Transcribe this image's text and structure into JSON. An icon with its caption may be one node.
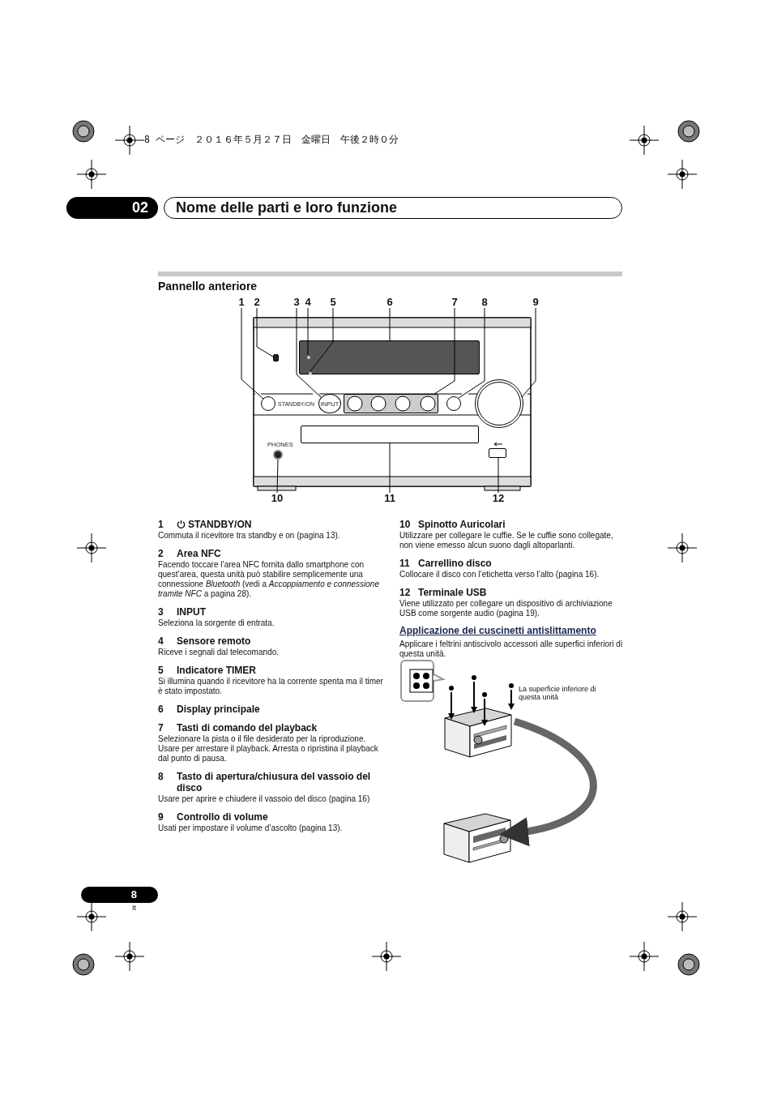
{
  "diagram": {
    "title": "Nome delle parti e loro funzione",
    "nodes": [
      {
        "text": [
          "1"
        ]
      },
      {
        "text": [
          "2"
        ]
      },
      {
        "text": [
          "3"
        ]
      },
      {
        "text": [
          "4"
        ]
      },
      {
        "text": [
          "5"
        ]
      },
      {
        "text": [
          "6"
        ]
      },
      {
        "text": [
          "7"
        ]
      },
      {
        "text": [
          "8"
        ]
      },
      {
        "text": [
          "9"
        ]
      },
      {
        "text": [
          "10"
        ]
      },
      {
        "text": [
          "11"
        ]
      },
      {
        "text": [
          "12"
        ]
      },
      {
        "text": [],
        "shape": "circle",
        "beside": [
          "STANDBY/ON"
        ]
      },
      {
        "text": [],
        "shape": "box"
      },
      {
        "text": [
          "INPUT"
        ]
      },
      {
        "text": [],
        "shape": "box"
      },
      {
        "text": [],
        "shape": "circle",
        "in": 15
      },
      {
        "text": [],
        "shape": "circle",
        "in": 15
      },
      {
        "text": [],
        "shape": "box"
      },
      {
        "text": [],
        "shape": "circle"
      },
      {
        "text": [],
        "shape": "circle"
      },
      {
        "text": [],
        "shape": "circle",
        "beside": [
          "PHONES"
        ]
      },
      {
        "text": [],
        "shape": "box"
      },
      {
        "text": [],
        "shape": "box"
      },
      {
        "text": [],
        "shape": "picture"
      },
      {
        "text": [],
        "shape": "picture"
      }
    ],
    "edges": [
      {
        "from": 0,
        "to": 12,
        "arrow": "none"
      },
      {
        "from": 1,
        "to": 13,
        "arrow": "none"
      },
      {
        "from": 2,
        "to": 14,
        "arrow": "none"
      },
      {
        "from": 3,
        "to": 16,
        "arrow": "none"
      },
      {
        "from": 4,
        "to": 17,
        "arrow": "none"
      },
      {
        "from": 5,
        "to": 15,
        "arrow": "none"
      },
      {
        "from": 6,
        "to": 18,
        "arrow": "none"
      },
      {
        "from": 7,
        "to": 19,
        "arrow": "none"
      },
      {
        "from": 8,
        "to": 20,
        "arrow": "none"
      },
      {
        "from": 9,
        "to": 21,
        "arrow": "none"
      },
      {
        "from": 10,
        "to": 22,
        "arrow": "none"
      },
      {
        "from": 11,
        "to": 23,
        "arrow": "none"
      },
      {
        "from": 24,
        "to": 25,
        "arrow": "to",
        "style": "thick",
        "color": "#666666"
      }
    ],
    "labels": [
      "8 ページ　２０１６年５月２７日　金曜日　午後２時０分",
      "02",
      "Pannello anteriore",
      "1",
      "STANDBY/ON",
      "Commuta il ricevitore tra standby e on (pagina 13).",
      "2",
      "Area NFC",
      "Facendo toccare l’area NFC fornita dallo smartphone con quest’area, questa unità può stabilire semplicemente una connessione *Bluetooth* (vedi a *Accoppiamento e connessione tramite NFC* a pagina 28).",
      "3",
      "INPUT",
      "Seleziona la sorgente di entrata.",
      "4",
      "Sensore remoto",
      "Riceve i segnali dal telecomando.",
      "5",
      "Indicatore TIMER",
      "Si illumina quando il ricevitore ha la corrente spenta ma il timer è stato impostato.",
      "6",
      "Display principale",
      "7",
      "Tasti di comando del playback",
      "Selezionare la pista o il file desiderato per la riproduzione. Usare per arrestare il playback. Arresta o ripristina il playback dal punto di pausa.",
      "8",
      "Tasto di apertura/chiusura del vassoio del disco",
      "Usare per aprire e chiudere il vassoio del disco (pagina 16)",
      "9",
      "Controllo di volume",
      "Usati per impostare il volume d’ascolto (pagina 13).",
      "10",
      "Spinotto Auricolari",
      "Utilizzare per collegare le cuffie. Se le cuffie sono collegate, non viene emesso alcun suono dagli altoparlanti.",
      "11",
      "Carrellino disco",
      "Collocare il disco con l’etichetta verso l’alto (pagina 16).",
      "12",
      "Terminale USB",
      "Viene utilizzato per collegare un dispositivo di archiviazione USB come sorgente audio (pagina 19).",
      "Applicazione dei cuscinetti antislittamento",
      "Applicare i feltrini antiscivolo accessori alle superfici inferiori di questa unità.",
      "La superficie inferiore di questa unità",
      "8",
      "It"
    ]
  }
}
